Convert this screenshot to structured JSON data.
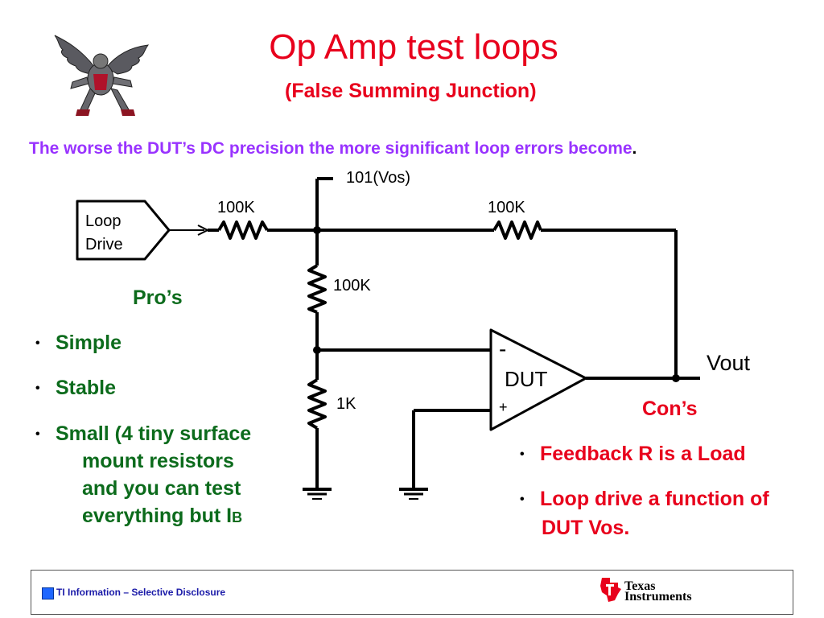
{
  "title": "Op Amp test loops",
  "subtitle": "(False Summing Junction)",
  "statement": {
    "text": "The worse the DUT’s DC precision the more significant loop errors  become",
    "period": "."
  },
  "circuit": {
    "vos_label": "101(Vos)",
    "loop_drive_line1": "Loop",
    "loop_drive_line2": "Drive",
    "r_input": "100K",
    "r_feedback": "100K",
    "r_divider": "100K",
    "r_ground": "1K",
    "dut_minus": "-",
    "dut_label": "DUT",
    "dut_plus": "+",
    "vout": "Vout"
  },
  "pros": {
    "heading": "Pro’s",
    "items": [
      "Simple",
      "Stable",
      "Small (4 tiny surface"
    ],
    "item3_cont1": "mount resistors",
    "item3_cont2": "and you can test",
    "item3_cont3": "everything but I",
    "item3_sub": "B"
  },
  "cons": {
    "heading": "Con’s",
    "item1": "Feedback R is a Load",
    "item2_line1": "Loop drive a function of",
    "item2_line2": "DUT Vos."
  },
  "footer": {
    "text": "TI Information – Selective Disclosure",
    "logo_line1": "Texas",
    "logo_line2": "Instruments"
  },
  "colors": {
    "red": "#e8001c",
    "purple": "#9933ff",
    "green": "#0c6b1c",
    "footer_blue": "#1a1aa8"
  },
  "bullet_glyph": "•"
}
